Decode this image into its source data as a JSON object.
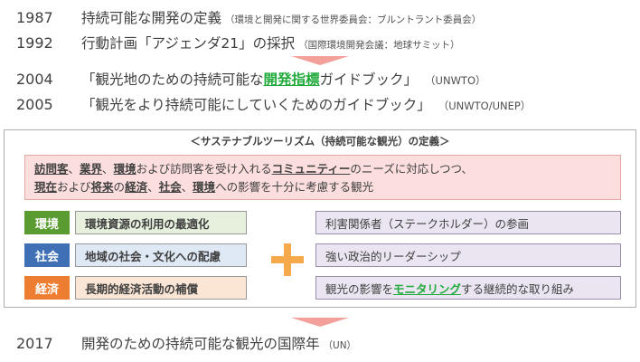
{
  "timeline_top": [
    {
      "year": "1987",
      "text": "持続可能な開発の定義",
      "note": "（環境と開発に関する世界委員会：ブルントラント委員会）"
    },
    {
      "year": "1992",
      "text": "行動計画「アジェンダ21」の採択",
      "note": "（国際環境開発会議：地球サミット）"
    }
  ],
  "timeline_mid": [
    {
      "year": "2004",
      "text_before": "「観光地のための持続可能な",
      "text_highlight": "開発指標",
      "text_after": "ガイドブック」",
      "note": "（UNWTO）"
    },
    {
      "year": "2005",
      "text": "「観光をより持続可能にしていくためのガイドブック」",
      "note": "（UNWTO/UNEP）"
    }
  ],
  "definition_box": {
    "title": "＜サステナブルツーリズム（持続可能な観光）の定義＞",
    "line1": {
      "p1": "訪問客",
      "s1": "、",
      "p2": "業界",
      "s2": "、",
      "p3": "環境",
      "s3": "および訪問客を受け入れる",
      "p4": "コミュニティー",
      "s4": "のニーズに対応しつつ、"
    },
    "line2": {
      "p1": "現在",
      "s1": "および",
      "p2": "将来",
      "s2": "の",
      "p3": "経済",
      "s3": "、",
      "p4": "社会",
      "s4": "、",
      "p5": "環境",
      "s5": "への影響を十分に考慮する観光"
    },
    "pillars": [
      {
        "tag": "環境",
        "text": "環境資源の利用の最適化"
      },
      {
        "tag": "社会",
        "text": "地域の社会・文化への配慮"
      },
      {
        "tag": "経済",
        "text": "長期的経済活動の補償"
      }
    ],
    "conditions": {
      "c1": "利害関係者（ステークホルダー）の参画",
      "c2": "強い政治的リーダーシップ",
      "c3_before": "観光の影響を",
      "c3_highlight": "モニタリング",
      "c3_after": "する継続的な取り組み"
    }
  },
  "timeline_bottom": {
    "year": "2017",
    "text": "開発のための持続可能な観光の国際年",
    "note": "（UN）"
  },
  "colors": {
    "arrow": "#f4a09a",
    "env": "#5a9c32",
    "soc": "#3f6fb5",
    "eco": "#ed7d31",
    "plus": "#f5a94a",
    "highlight": "#1faa3a"
  }
}
